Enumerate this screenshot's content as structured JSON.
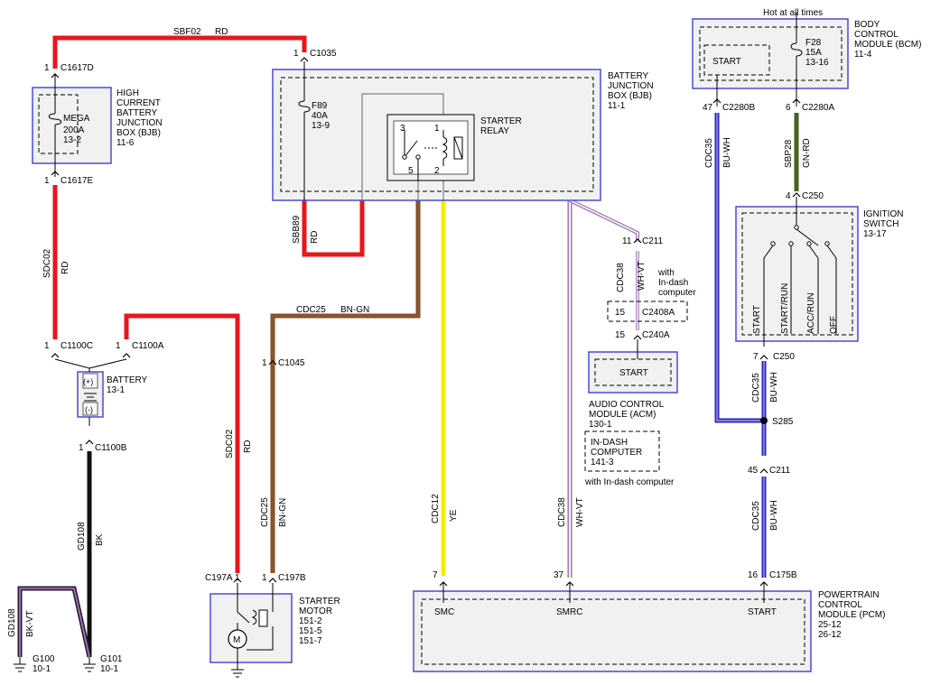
{
  "colors": {
    "red": "#e8161b",
    "yellow": "#f2ee00",
    "brown": "#8a4a2a",
    "blue": "#2a26c8",
    "green": "#2f6b1d",
    "black": "#101010",
    "violet": "#c8a8d8",
    "border": "#4a4ad8"
  },
  "top_wire": {
    "circuit": "SBF02",
    "color_code": "RD"
  },
  "connectors": {
    "c1617d": {
      "pin": "1",
      "name": "C1617D"
    },
    "c1617e": {
      "pin": "1",
      "name": "C1617E"
    },
    "c1035": {
      "pin": "1",
      "name": "C1035"
    },
    "c1100c": {
      "pin": "1",
      "name": "C1100C"
    },
    "c1100a": {
      "pin": "1",
      "name": "C1100A"
    },
    "c1100b": {
      "pin": "1",
      "name": "C1100B"
    },
    "c1045": {
      "pin": "1",
      "name": "C1045"
    },
    "c197a": {
      "pin": "1",
      "name": "C197A"
    },
    "c197b": {
      "pin": "1",
      "name": "C197B"
    },
    "c211_top": {
      "pin": "11",
      "name": "C211"
    },
    "c2408a": {
      "pin": "15",
      "name": "C2408A"
    },
    "c240a": {
      "pin": "15",
      "name": "C240A"
    },
    "c2280b": {
      "pin": "47",
      "name": "C2280B"
    },
    "c2280a": {
      "pin": "6",
      "name": "C2280A"
    },
    "c250_top": {
      "pin": "4",
      "name": "C250"
    },
    "c250_bot": {
      "pin": "7",
      "name": "C250"
    },
    "c211_bot": {
      "pin": "45",
      "name": "C211"
    },
    "c175b": {
      "pin": "16",
      "name": "C175B"
    },
    "pcm_pin7": {
      "pin": "7"
    },
    "pcm_pin37": {
      "pin": "37"
    }
  },
  "hcbjb": {
    "title": [
      "HIGH",
      "CURRENT",
      "BATTERY",
      "JUNCTION",
      "BOX (BJB)",
      "11-6"
    ],
    "fuse": [
      "MEGA",
      "200A",
      "13-2"
    ]
  },
  "bjb": {
    "title": [
      "BATTERY",
      "JUNCTION",
      "BOX (BJB)",
      "11-1"
    ],
    "fuse": [
      "F89",
      "40A",
      "13-9"
    ],
    "relay": [
      "STARTER",
      "RELAY"
    ],
    "relay_pins": [
      "3",
      "1",
      "5",
      "2"
    ]
  },
  "battery": {
    "title": [
      "BATTERY",
      "13-1"
    ],
    "plus": "(+)",
    "minus": "(-)"
  },
  "starter": {
    "title": [
      "STARTER",
      "MOTOR",
      "151-2",
      "151-5",
      "151-7"
    ]
  },
  "bcm": {
    "title": [
      "BODY",
      "CONTROL",
      "MODULE (BCM)",
      "11-4"
    ],
    "hot": "Hot at all times",
    "fuse": [
      "F28",
      "15A",
      "13-16"
    ],
    "start": "START"
  },
  "ignition": {
    "title": [
      "IGNITION",
      "SWITCH",
      "13-17"
    ],
    "positions": [
      "START",
      "START/RUN",
      "ACC/RUN",
      "OFF"
    ]
  },
  "acm": {
    "title": [
      "AUDIO CONTROL",
      "MODULE (ACM)",
      "130-1"
    ],
    "start": "START",
    "note": [
      "with",
      "In-dash",
      "computer"
    ],
    "indash_box": [
      "IN-DASH",
      "COMPUTER",
      "141-3"
    ],
    "indash_note": "with In-dash computer"
  },
  "pcm": {
    "title": [
      "POWERTRAIN",
      "CONTROL",
      "MODULE (PCM)",
      "25-12",
      "26-12"
    ],
    "pins": [
      "SMC",
      "SMRC",
      "START"
    ]
  },
  "splice": "S285",
  "wire_labels": {
    "sbb89": {
      "circuit": "SBB89",
      "color": "RD"
    },
    "sdc02_left": {
      "circuit": "SDC02",
      "color": "RD"
    },
    "sdc02_mid": {
      "circuit": "SDC02",
      "color": "RD"
    },
    "gd108": {
      "circuit": "GD108",
      "color": "BK"
    },
    "gd108_vt": {
      "circuit": "GD108",
      "color": "BK-VT"
    },
    "cdc25_top": {
      "circuit": "CDC25",
      "color": "BN-GN"
    },
    "cdc25_bot": {
      "circuit": "CDC25",
      "color": "BN-GN"
    },
    "cdc12": {
      "circuit": "CDC12",
      "color": "YE"
    },
    "cdc38_top": {
      "circuit": "CDC38",
      "color": "WH-VT"
    },
    "cdc38_bot": {
      "circuit": "CDC38",
      "color": "WH-VT"
    },
    "cdc35_top": {
      "circuit": "CDC35",
      "color": "BU-WH"
    },
    "cdc35_mid": {
      "circuit": "CDC35",
      "color": "BU-WH"
    },
    "cdc35_bot": {
      "circuit": "CDC35",
      "color": "BU-WH"
    },
    "sbp28": {
      "circuit": "SBP28",
      "color": "GN-RD"
    }
  },
  "grounds": {
    "g100": [
      "G100",
      "10-1"
    ],
    "g101": [
      "G101",
      "10-1"
    ]
  }
}
